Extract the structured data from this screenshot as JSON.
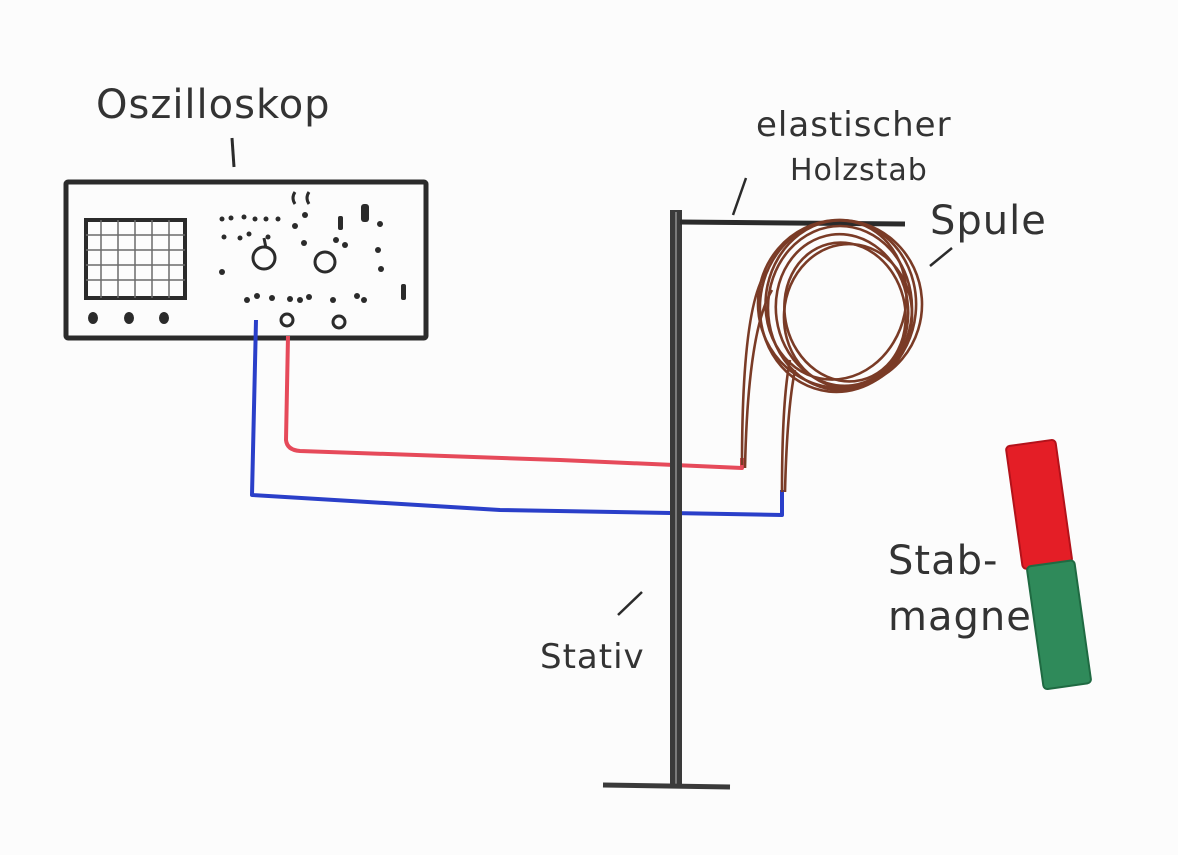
{
  "labels": {
    "oscilloscope": "Oszilloskop",
    "rod_line1": "elastischer",
    "rod_line2": "Holzstab",
    "coil": "Spule",
    "stand": "Stativ",
    "magnet_line1": "Stab-",
    "magnet_line2": "magnet"
  },
  "colors": {
    "ink": "#333333",
    "stand": "#3a3a3a",
    "red_wire": "#e64a5a",
    "blue_wire": "#2a3fc9",
    "coil": "#7a3b26",
    "magnet_north": "#e41e26",
    "magnet_south": "#2f8a5a",
    "screen_grid": "#6b6b6b"
  },
  "icons": {
    "oscilloscope": "oscilloscope-icon",
    "coil": "coil-icon",
    "magnet": "bar-magnet-icon",
    "stand": "stand-icon"
  }
}
